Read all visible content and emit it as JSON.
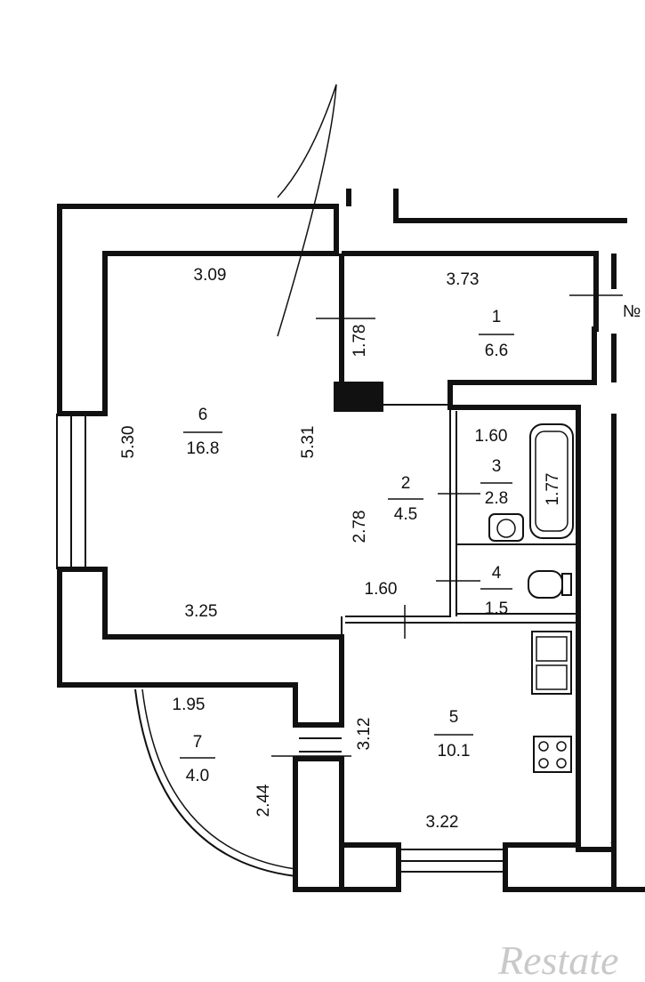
{
  "rooms": [
    {
      "id": "1",
      "number": "1",
      "area": "6.6"
    },
    {
      "id": "2",
      "number": "2",
      "area": "4.5"
    },
    {
      "id": "3",
      "number": "3",
      "area": "2.8"
    },
    {
      "id": "4",
      "number": "4",
      "area": "1.5"
    },
    {
      "id": "5",
      "number": "5",
      "area": "10.1"
    },
    {
      "id": "6",
      "number": "6",
      "area": "16.8"
    },
    {
      "id": "7",
      "number": "7",
      "area": "4.0"
    }
  ],
  "dimensions": {
    "room6_top": "3.09",
    "room6_left": "5.30",
    "room6_right": "5.31",
    "room6_bottom": "3.25",
    "room1_top": "3.73",
    "room1_side": "1.78",
    "room2_side": "2.78",
    "room2_bottom": "1.60",
    "room3_top": "1.60",
    "room3_bath": "1.77",
    "room5_side": "3.12",
    "room5_bottom": "3.22",
    "room7_top": "1.95",
    "room7_side": "2.44"
  },
  "edge_label": "№",
  "watermark": "Restate"
}
